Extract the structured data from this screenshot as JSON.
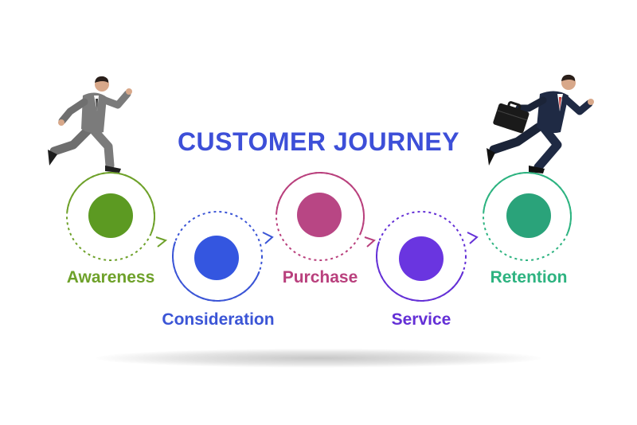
{
  "title": "CUSTOMER JOURNEY",
  "colors": {
    "title": "#3d4fd8",
    "awareness": "#6ea12a",
    "consideration": "#3b55d6",
    "purchase": "#b9407d",
    "service": "#6430d6",
    "retention": "#2db380"
  },
  "stages": [
    {
      "id": "awareness",
      "label": "Awareness",
      "color": "#6ea12a",
      "fill": "#5c9a22"
    },
    {
      "id": "consideration",
      "label": "Consideration",
      "color": "#3b55d6",
      "fill": "#3456e0"
    },
    {
      "id": "purchase",
      "label": "Purchase",
      "color": "#b9407d",
      "fill": "#b84684"
    },
    {
      "id": "service",
      "label": "Service",
      "color": "#6430d6",
      "fill": "#6a35e0"
    },
    {
      "id": "retention",
      "label": "Retention",
      "color": "#2db380",
      "fill": "#2aa37a"
    }
  ],
  "figures": [
    {
      "id": "left-runner",
      "description_icon": "businessman-running-icon",
      "suit_color": "#7b7b7b"
    },
    {
      "id": "right-runner",
      "description_icon": "businessman-with-briefcase-icon",
      "suit_color": "#1f2a44"
    }
  ]
}
